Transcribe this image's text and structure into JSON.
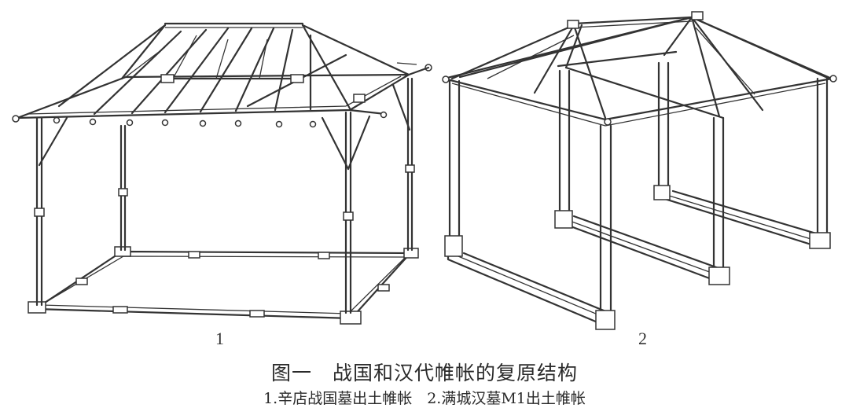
{
  "figure": {
    "label_1": "1",
    "label_2": "2",
    "caption_main": "图一　战国和汉代帷帐的复原结构",
    "caption_sub": "1.辛店战国墓出土帷帐　2.满城汉墓M1出土帷帐"
  }
}
